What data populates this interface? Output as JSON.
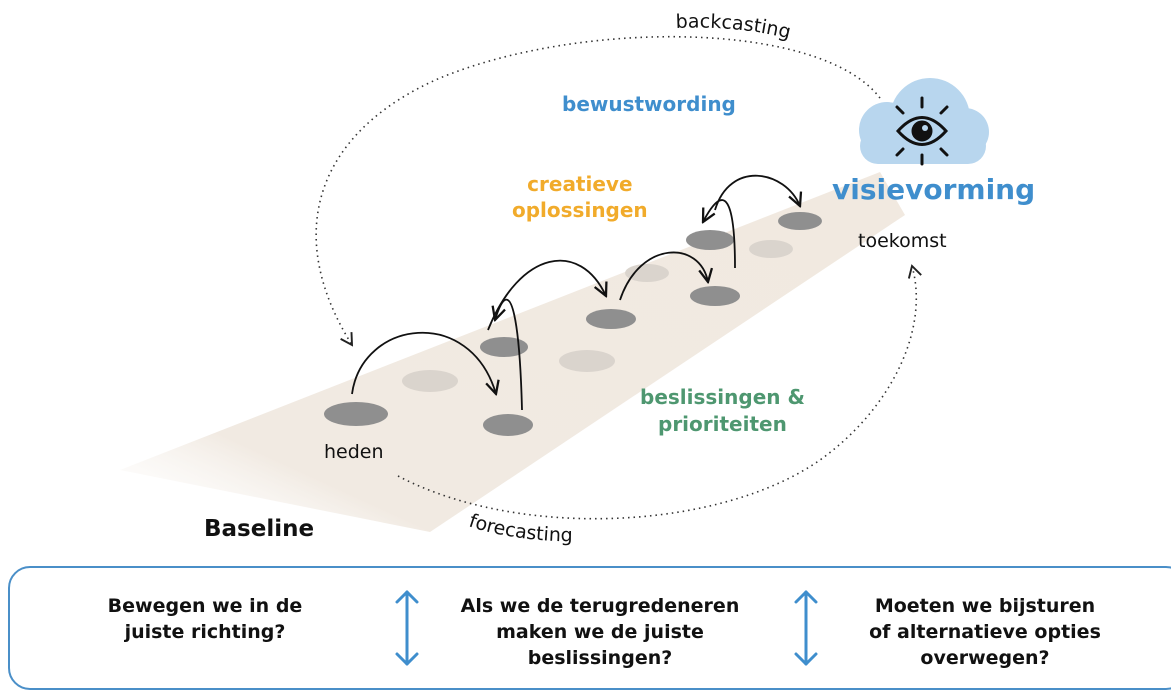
{
  "labels": {
    "backcasting": "backcasting",
    "bewustwording": "bewustwording",
    "creatieve_1": "creatieve",
    "creatieve_2": "oplossingen",
    "visievorming": "visievorming",
    "toekomst": "toekomst",
    "beslissingen_1": "beslissingen &",
    "beslissingen_2": "prioriteiten",
    "heden": "heden",
    "baseline": "Baseline",
    "forecasting": "forecasting"
  },
  "questions": [
    {
      "lines": [
        "Bewegen we in de",
        "juiste richting?"
      ]
    },
    {
      "lines": [
        "Als we de terugredeneren",
        "maken we de juiste",
        "beslissingen?"
      ]
    },
    {
      "lines": [
        "Moeten we bijsturen",
        "of alternatieve opties",
        "overwegen?"
      ]
    }
  ],
  "colors": {
    "blue": "#3f8ecd",
    "orange": "#f1ab2b",
    "green": "#4e9770",
    "cloud": "#b8d6ee",
    "path": "#f3ede6",
    "stone_dark": "#8f8f8f",
    "stone_light": "#d9d4ce"
  },
  "icons": [
    "eye-icon",
    "cloud-icon",
    "up-down-arrow-icon"
  ]
}
